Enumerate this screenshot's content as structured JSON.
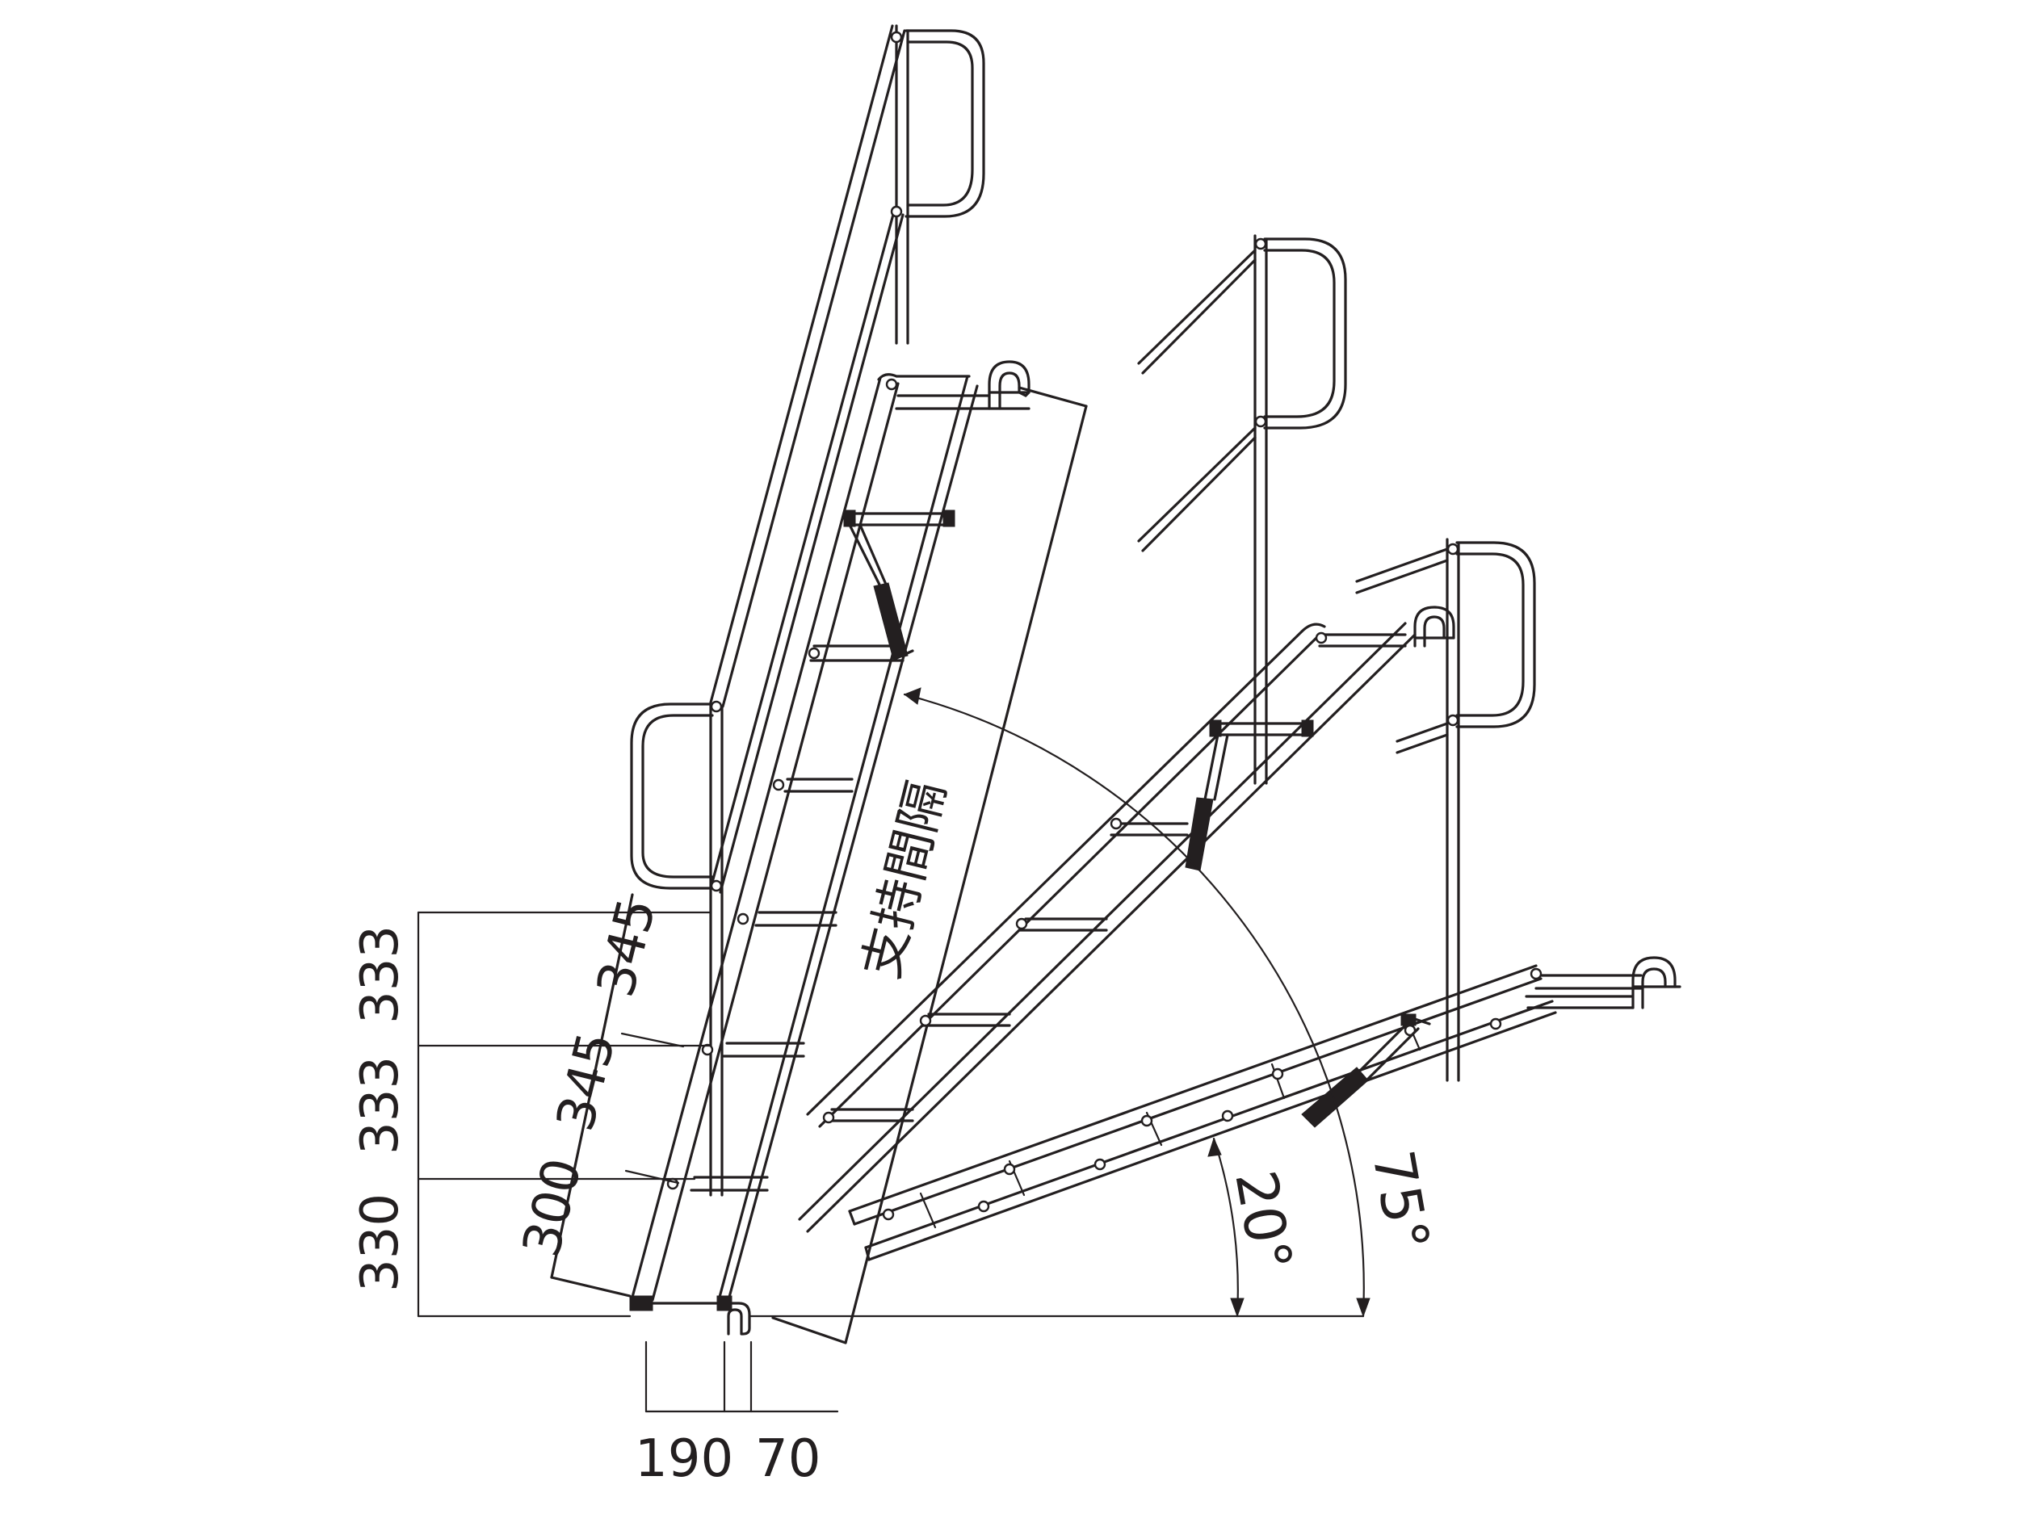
{
  "dimensions": {
    "vertical_outer": [
      "330",
      "333",
      "333"
    ],
    "diagonal": [
      "300",
      "345",
      "345"
    ],
    "bottom": [
      "190",
      "70"
    ]
  },
  "angles": {
    "low": "20°",
    "high": "75°"
  },
  "label": "支持間隔",
  "colors": {
    "line": "#231f20",
    "background": "#ffffff"
  }
}
